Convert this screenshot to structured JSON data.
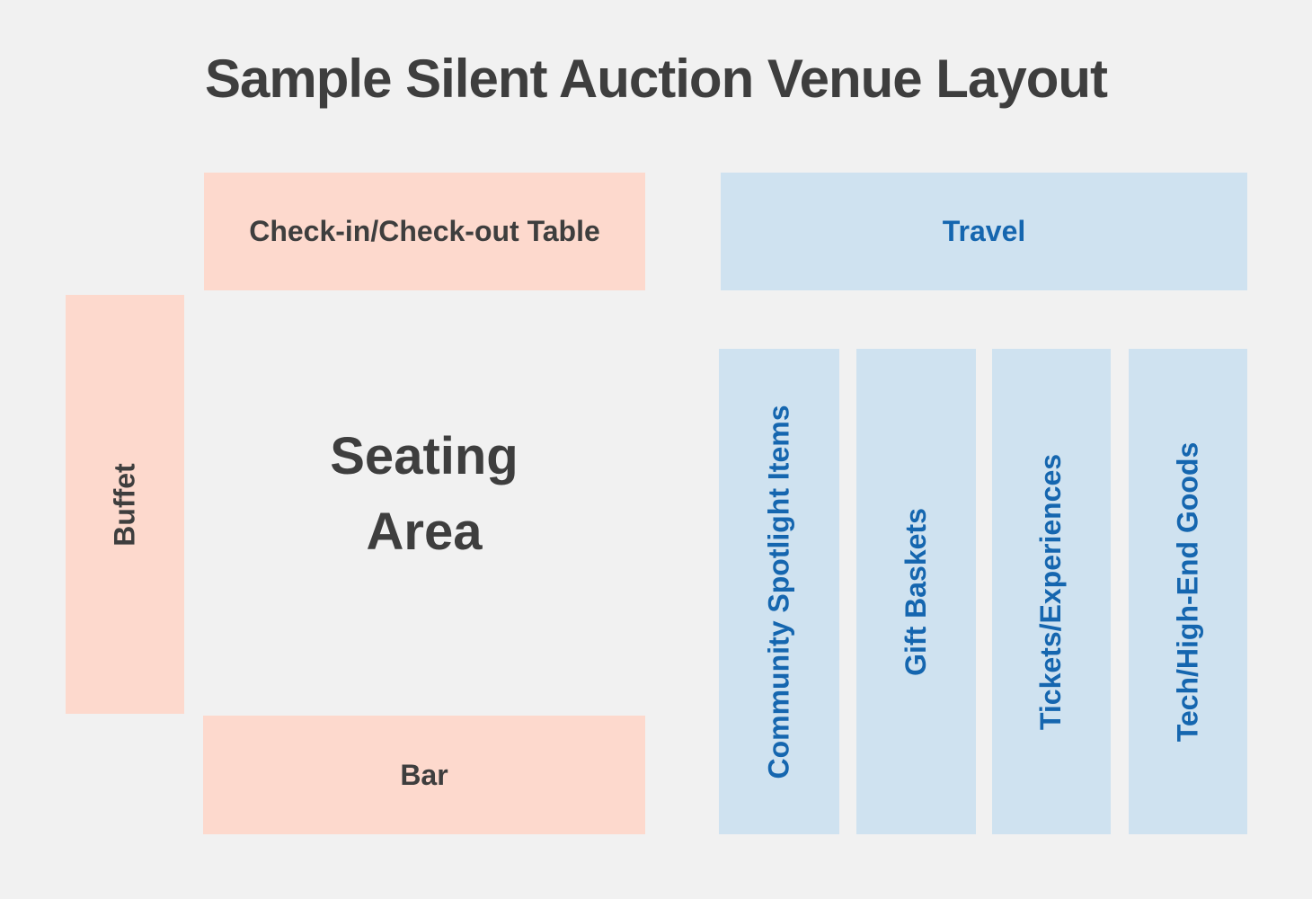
{
  "title": "Sample Silent Auction Venue Layout",
  "colors": {
    "background": "#F1F1F1",
    "pink": "#FDD9CD",
    "blue_fill": "#CFE2F0",
    "blue_text": "#1566AF",
    "dark_text": "#3E3E3E"
  },
  "zones": {
    "checkin": {
      "label": "Check-in/Check-out Table"
    },
    "travel": {
      "label": "Travel"
    },
    "buffet": {
      "label": "Buffet"
    },
    "seating": {
      "label": "Seating Area",
      "lines": [
        "Seating",
        "Area"
      ]
    },
    "bar": {
      "label": "Bar"
    },
    "columns": [
      {
        "label": "Community Spotlight Items"
      },
      {
        "label": "Gift Baskets"
      },
      {
        "label": "Tickets/Experiences"
      },
      {
        "label": "Tech/High-End Goods"
      }
    ]
  }
}
